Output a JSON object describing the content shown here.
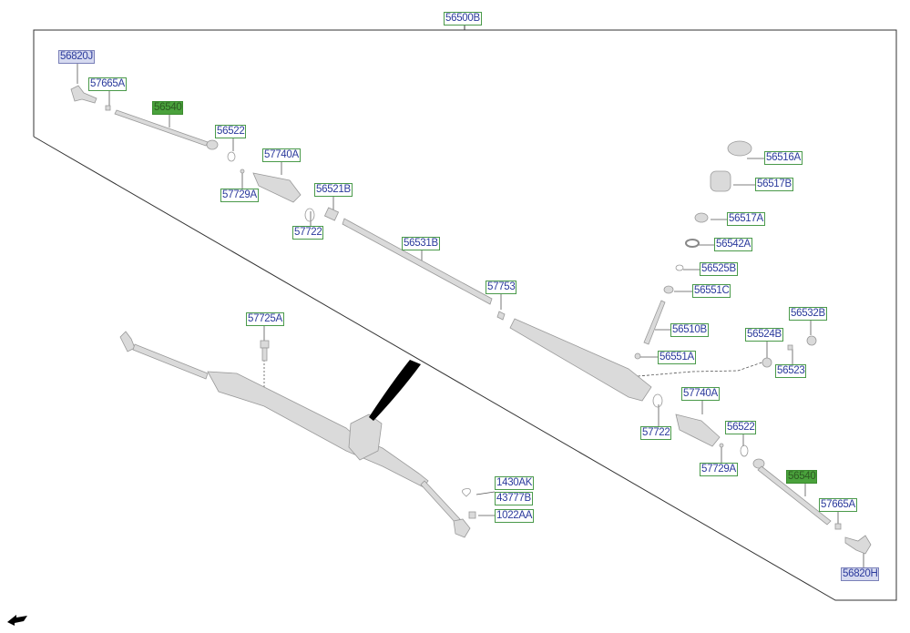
{
  "diagram": {
    "assembly_label": "56500B",
    "colors": {
      "label_text": "#2b3a9c",
      "label_border": "#4a9a4a",
      "highlight_fill": "#4aa23c",
      "part_fill": "#d9d9d9"
    },
    "callouts": [
      {
        "id": "56820J",
        "highlighted": false
      },
      {
        "id": "57665A",
        "highlighted": false
      },
      {
        "id": "56540",
        "highlighted": true
      },
      {
        "id": "56522",
        "highlighted": false
      },
      {
        "id": "57740A",
        "highlighted": false
      },
      {
        "id": "57729A",
        "highlighted": false
      },
      {
        "id": "56521B",
        "highlighted": false
      },
      {
        "id": "57722",
        "highlighted": false
      },
      {
        "id": "56531B",
        "highlighted": false
      },
      {
        "id": "57753",
        "highlighted": false
      },
      {
        "id": "56516A",
        "highlighted": false
      },
      {
        "id": "56517B",
        "highlighted": false
      },
      {
        "id": "56517A",
        "highlighted": false
      },
      {
        "id": "56542A",
        "highlighted": false
      },
      {
        "id": "56525B",
        "highlighted": false
      },
      {
        "id": "56551C",
        "highlighted": false
      },
      {
        "id": "56510B",
        "highlighted": false
      },
      {
        "id": "56551A",
        "highlighted": false
      },
      {
        "id": "56532B",
        "highlighted": false
      },
      {
        "id": "56524B",
        "highlighted": false
      },
      {
        "id": "56523",
        "highlighted": false
      },
      {
        "id": "57725A",
        "highlighted": false
      },
      {
        "id": "57740A",
        "highlighted": false
      },
      {
        "id": "57722",
        "highlighted": false
      },
      {
        "id": "56522",
        "highlighted": false
      },
      {
        "id": "57729A",
        "highlighted": false
      },
      {
        "id": "56540",
        "highlighted": true
      },
      {
        "id": "57665A",
        "highlighted": false
      },
      {
        "id": "56820H",
        "highlighted": false
      },
      {
        "id": "1430AK",
        "highlighted": false
      },
      {
        "id": "43777B",
        "highlighted": false
      },
      {
        "id": "1022AA",
        "highlighted": false
      }
    ],
    "icons": {
      "orientation": "front-arrow-icon"
    }
  }
}
